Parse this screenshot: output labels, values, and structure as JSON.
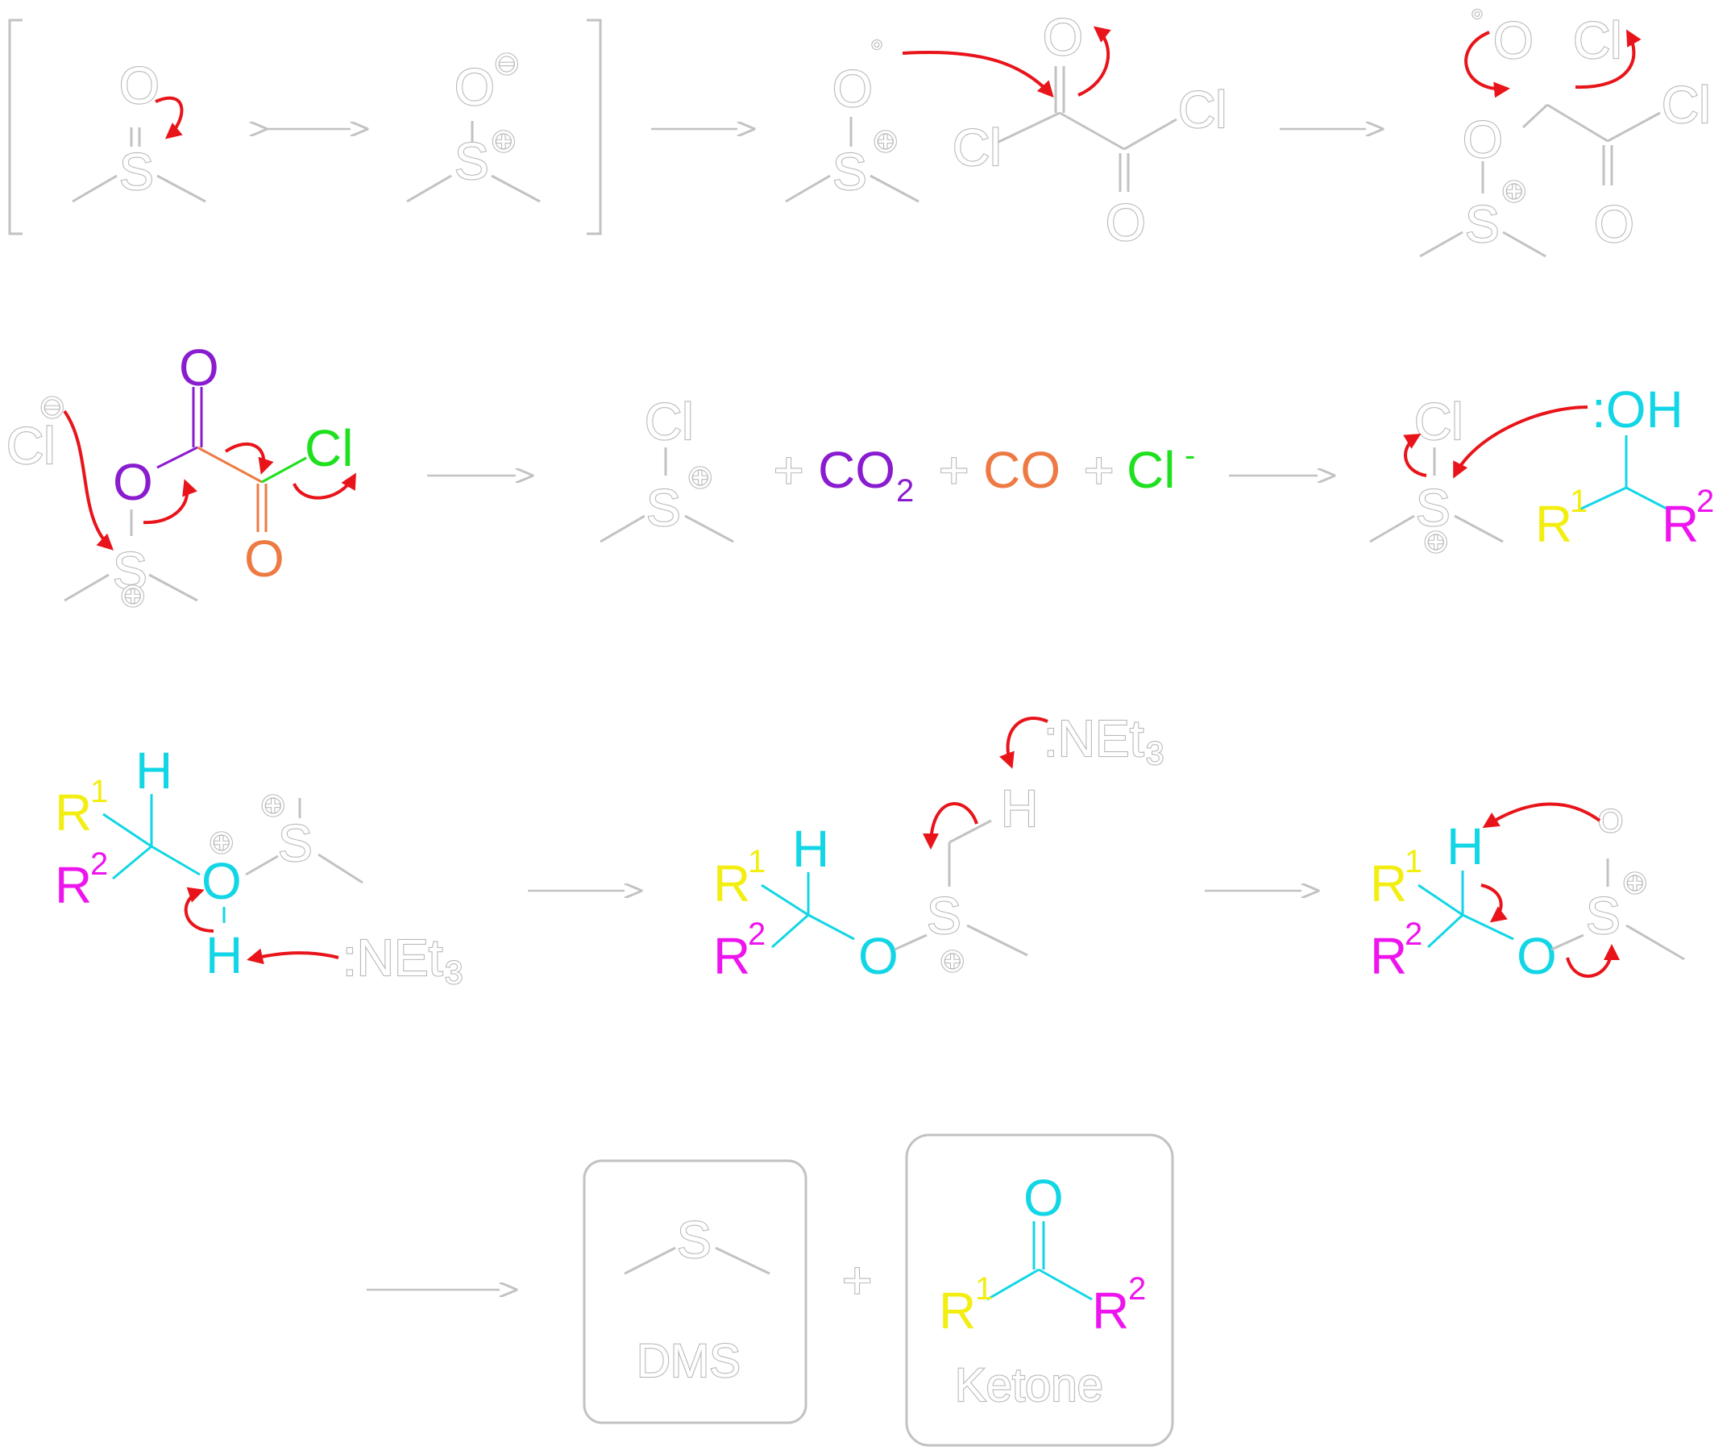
{
  "colors": {
    "outline": "#c2c2c2",
    "electron_arrow": "#e8141a",
    "purple": "#8a1ccf",
    "orange": "#ee7a43",
    "green": "#1fe01f",
    "cyan": "#12d6e6",
    "yellow": "#f2ee10",
    "magenta": "#ee14ee"
  },
  "atoms": {
    "O": "O",
    "S": "S",
    "Cl": "Cl",
    "H": "H",
    "OH": ":OH",
    "R": "R",
    "one": "1",
    "two": "2",
    "NEt": ":NEt",
    "three": "3"
  },
  "charges": {
    "plus": "⊕",
    "minus": "⊖",
    "dot": "°",
    "cl_minus": "-"
  },
  "byproducts": {
    "plus": "+",
    "co2": "CO",
    "co2_sub": "2",
    "co": "CO",
    "cl": "Cl",
    "cl_charge": "-"
  },
  "products": {
    "plus": "+",
    "dms_label": "DMS",
    "ketone_label": "Ketone"
  }
}
